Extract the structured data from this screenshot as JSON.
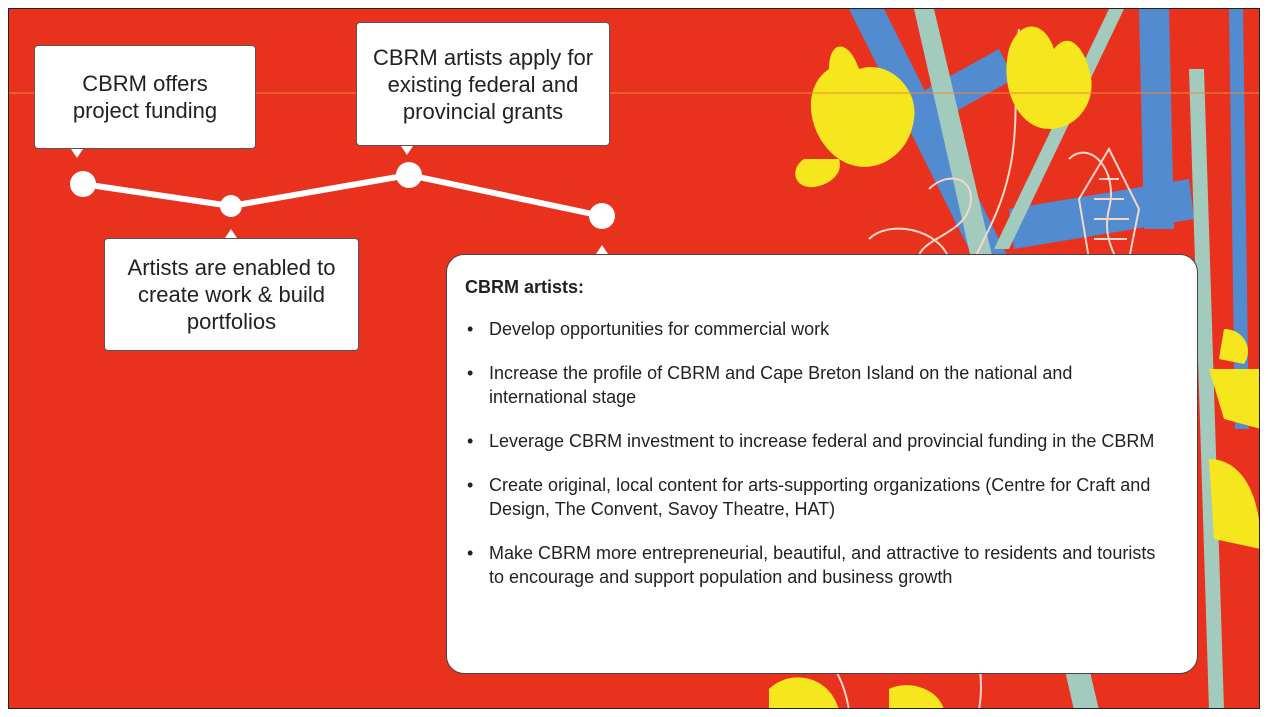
{
  "background": {
    "color": "#e8321e",
    "accent_yellow": "#f5e61e",
    "accent_blue": "#4a90d9"
  },
  "callouts": {
    "step1": "CBRM offers project funding",
    "step2": "Artists are enabled to create work & build portfolios",
    "step3": "CBRM artists apply for existing federal and provincial grants"
  },
  "panel": {
    "title": "CBRM artists:",
    "items": [
      {
        "bullet": "•",
        "text": "Develop opportunities for commercial work"
      },
      {
        "bullet": "•",
        "text": "Increase the profile of CBRM and Cape Breton Island on the national and international stage"
      },
      {
        "bullet": "•",
        "text": "Leverage CBRM investment to increase federal and provincial funding in the CBRM"
      },
      {
        "bullet": "•",
        "text": "Create original, local content for arts-supporting organizations (Centre for Craft and Design, The Convent, Savoy Theatre, HAT)"
      },
      {
        "bullet": "•",
        "text": "Make CBRM more entrepreneurial, beautiful, and attractive to residents and tourists to encourage and support population and business growth"
      }
    ]
  }
}
